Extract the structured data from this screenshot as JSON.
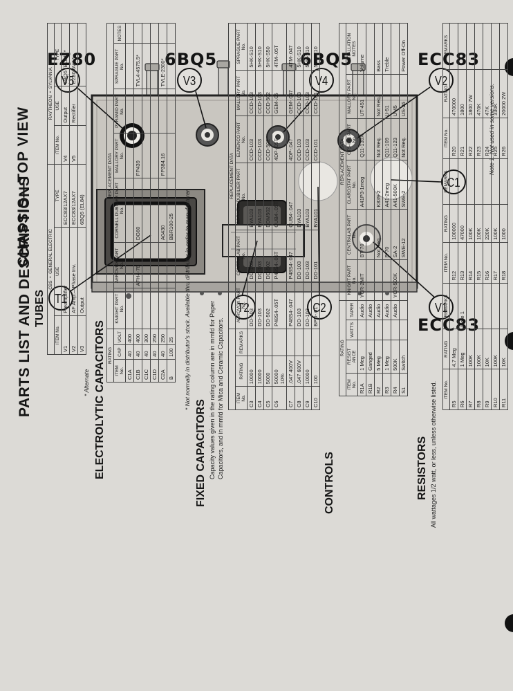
{
  "chassis": {
    "title": "CHASSIS—TOP VIEW",
    "tube_labels": {
      "v5": "EZ80",
      "v3": "6BQ5",
      "v4": "6BQ5",
      "v2": "ECC83",
      "v1": "ECC83"
    },
    "callouts": {
      "v5": "V5",
      "v3": "V3",
      "v4": "V4",
      "v2": "V2",
      "c1": "C1",
      "t1": "T1",
      "t2": "T2",
      "c2": "C2",
      "v1": "V1"
    }
  },
  "parts": {
    "title": "PARTS LIST AND DESCRIPTIONS",
    "tubes": {
      "heading": "TUBES",
      "brands": [
        "CBS",
        "GENERAL ELECTRIC",
        "RAYTHEON",
        "SYLVANIA"
      ],
      "headers": [
        "ITEM No.",
        "USE",
        "TYPE",
        "ITEM No.",
        "USE",
        "TYPE"
      ],
      "rows": [
        [
          "V1",
          "Preamplifier",
          "ECC83/12AX7",
          "V4",
          "Output",
          "6BQ5 (EL84) *"
        ],
        [
          "V2",
          "AF Amp.—Phase Inv.",
          "ECC83/12AX7",
          "V5",
          "Rectifier",
          "EZ80/6V4 *"
        ],
        [
          "V3",
          "Output",
          "6BQ5 (EL84)",
          "",
          "",
          ""
        ]
      ],
      "footnote": "* Alternate"
    },
    "electrolytic": {
      "heading": "ELECTROLYTIC CAPACITORS",
      "group_rating": "RATING",
      "group_replacement": "REPLACEMENT DATA",
      "headers": [
        "ITEM No.",
        "CAP",
        "VOLT",
        "KNIGHT PART No.",
        "AEROVOX PART No.",
        "CORNELL DUBILIER PART No.",
        "MALLORY PART No.",
        "PYRAMID PART No.",
        "SPRAGUE PART No.",
        "NOTES"
      ],
      "rows": [
        [
          "C1A",
          "40",
          "400",
          "",
          "",
          "",
          "",
          "",
          "",
          ""
        ],
        [
          "C1B",
          "40",
          "400",
          "",
          "AFH4-78",
          "DG60",
          "FP439",
          "",
          "TVL4-4575.5*",
          ""
        ],
        [
          "C1C",
          "40",
          "300",
          "",
          "",
          "",
          "",
          "",
          "",
          ""
        ],
        [
          "C1D",
          "40",
          "250",
          "",
          "",
          "",
          "",
          "",
          "",
          ""
        ],
        [
          "C2A",
          "40",
          "250",
          "",
          "",
          "A0430",
          "FP384.16",
          "",
          "TVLE-2300*",
          ""
        ],
        [
          "B",
          "100",
          "25",
          "",
          "",
          "BBR100-25",
          "",
          "",
          "",
          ""
        ]
      ],
      "footnote": "* Not normally in distributor's stock. Available thru distributor in order to manufacturer."
    },
    "fixed": {
      "heading": "FIXED CAPACITORS",
      "note1": "Capacity values given in the rating column are in mmfd for Paper",
      "note2": "Capacitors, and in mmfd for Mica and Ceramic Capacitors.",
      "group_replacement": "REPLACEMENT DATA",
      "headers": [
        "ITEM No.",
        "RATING",
        "REMARKS",
        "AEROVOX PART No.",
        "CENTRALAB PART No.",
        "CORNELL DUBILIER PART No.",
        "ELMENCO PART No.",
        "MALLORY PART No.",
        "SPRAGUE PART No."
      ],
      "rows": [
        [
          "C3",
          "10000",
          "",
          "DD-103",
          "DD-103",
          "BYA103",
          "CCD-103",
          "CCD-103",
          "5HK-S10"
        ],
        [
          "C4",
          "10000",
          "",
          "DD-103",
          "DD-103",
          "BYA103",
          "CCD-103",
          "CCD-103",
          "5HK-S10"
        ],
        [
          "C5",
          "5000",
          "",
          "DD-502",
          "DD-502",
          "DDM502",
          "CCD-502",
          "CCD-502",
          "5HK-S50"
        ],
        [
          "C6",
          "50000 10%",
          "",
          "P48S4-.05T",
          "P48S4-.05T",
          "CUB4-.05T",
          "4DP-.05T",
          "GEM-.05",
          "4TM-.05T"
        ],
        [
          "C7",
          ".047 400V",
          "",
          "P48S4-.047",
          "P48S4-.047",
          "CUB4-.047",
          "4DP-.047",
          "GEM-.047",
          "4TM-.047"
        ],
        [
          "C8",
          ".047 600V",
          "",
          "DD-103",
          "DD-103",
          "BYA103",
          "CCD-103",
          "CCD-103",
          "5HK-S10"
        ],
        [
          "C9",
          "10000",
          "",
          "DD-103",
          "DD-103",
          "BYA103",
          "CCD-103",
          "CCD-103",
          "5HK-S10"
        ],
        [
          "C10",
          "100",
          "",
          "BPD-.01",
          "DD-101",
          "BYA101",
          "CCD-101",
          "CCD-101",
          "5GA-T10"
        ]
      ]
    },
    "controls": {
      "heading": "CONTROLS",
      "group_rating": "RATING",
      "group_replacement": "REPLACEMENT DATA",
      "headers": [
        "ITEM No.",
        "RESIST ANCE",
        "WATTS",
        "TAPER",
        "KNIGHT PART No.",
        "CENTRALAB PART No.",
        "CLAROSTAT PART No.",
        "CTS-IRC PART No.",
        "MALLORY PART No.",
        "INSTALLATION NOTES"
      ],
      "rows": [
        [
          "R1A",
          "1 Meg",
          "",
          "Audio",
          "YCR-2MIT",
          "BT-70",
          "A41P3-1meg",
          "Q11-139X",
          "UT-451",
          "Volume"
        ],
        [
          "R1B",
          "Ganged",
          "",
          "Audio",
          "",
          "",
          "",
          "",
          "",
          ""
        ],
        [
          "R2",
          "5 Meg",
          "",
          "Audio",
          "",
          "Not Req.",
          "K839-2",
          "Not Req.",
          "Not Req.",
          "Bass"
        ],
        [
          "R3",
          "1 Meg",
          "",
          "Audio",
          "",
          "B-70",
          "A41-2meg",
          "Q11-109",
          "U-51",
          "Treble"
        ],
        [
          "R4",
          "500K",
          "",
          "Audio",
          "YCR-500K",
          "SA-2",
          "A41-500K",
          "Q11-123",
          "U-45",
          ""
        ],
        [
          "S1",
          "Switch",
          "",
          "",
          "",
          "SWE-12",
          "SWE-2",
          "Not Req.",
          "US-26",
          "Power Off-On"
        ]
      ]
    },
    "resistors": {
      "heading": "RESISTORS",
      "note": "All wattages 1/2 watt, or less, unless otherwise listed.",
      "headers": [
        "ITEM No.",
        "RATING",
        "REMARKS",
        "ITEM No.",
        "RATING",
        "REMARKS",
        "ITEM No.",
        "RATING",
        "REMARKS"
      ],
      "rows": [
        [
          "R5",
          "4.7 Meg",
          "",
          "R12",
          "100000",
          "",
          "R20",
          "470000",
          ""
        ],
        [
          "R6",
          "1 Meg",
          "Note 1",
          "R13",
          "47000",
          "",
          "R21",
          "1800",
          ""
        ],
        [
          "R7",
          "100K",
          "",
          "R14",
          "100K",
          "",
          "R22",
          "1800 7W",
          ""
        ],
        [
          "R8",
          "100K",
          "",
          "R15",
          "100K",
          "",
          "R23",
          "470K",
          ""
        ],
        [
          "R9",
          "10K",
          "",
          "R16",
          "220K",
          "",
          "R24",
          "47K",
          ""
        ],
        [
          "R10",
          "100K",
          "",
          "R17",
          "100K",
          "",
          "R25",
          "330K",
          ""
        ],
        [
          "R11",
          "10K",
          "",
          "R18",
          "1000",
          "",
          "R26",
          "20000 2W",
          ""
        ]
      ],
      "footnote": "Note 1. Not used in some versions."
    }
  }
}
